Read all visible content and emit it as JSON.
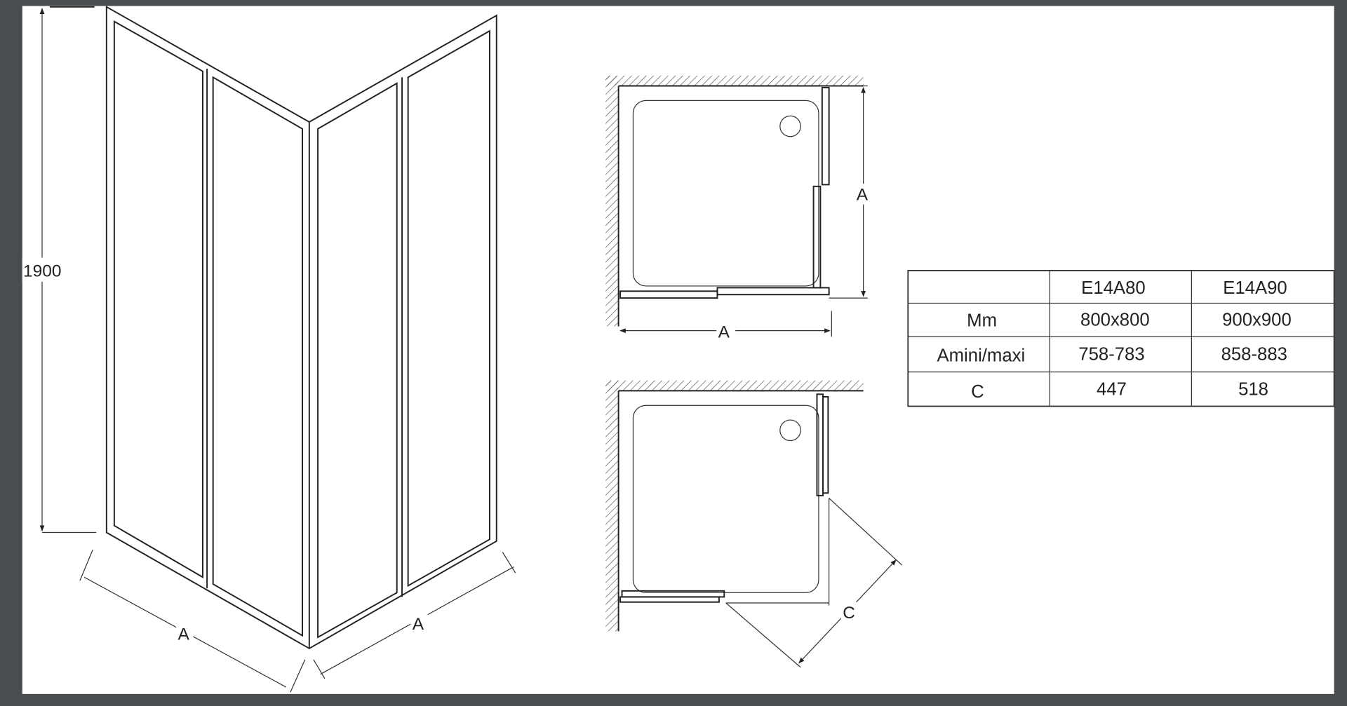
{
  "drawing": {
    "height_label": "1900",
    "iso_left_width_label": "A",
    "iso_right_width_label": "A",
    "plan_top_side_label": "A",
    "plan_top_bottom_label": "A",
    "plan_bottom_diagonal_label": "C"
  },
  "table": {
    "headers": [
      "",
      "E14A80",
      "E14A90"
    ],
    "rows": [
      [
        "Mm",
        "800x800",
        "900x900"
      ],
      [
        "Amini/maxi",
        "758-783",
        "858-883"
      ],
      [
        "C",
        "447",
        "518"
      ]
    ]
  },
  "colors": {
    "background": "#4a4d50",
    "page": "#ffffff",
    "ink": "#222222"
  }
}
